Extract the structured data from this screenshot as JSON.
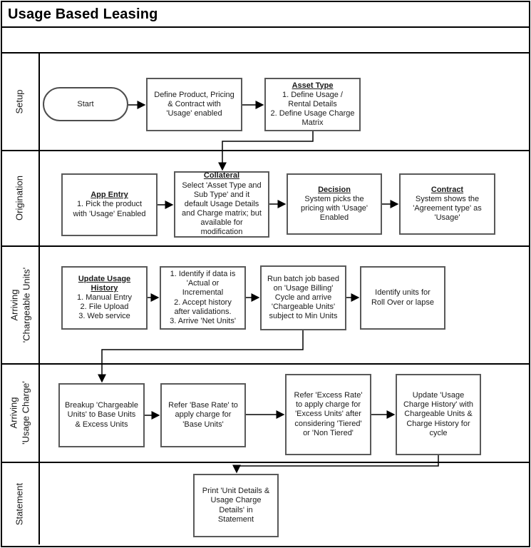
{
  "title": "Usage Based Leasing",
  "lanes": [
    {
      "id": "setup",
      "label": "Setup"
    },
    {
      "id": "origination",
      "label": "Origination"
    },
    {
      "id": "arriving-chargeable-units",
      "label": "Arriving\n'Chargeable Units'"
    },
    {
      "id": "arriving-usage-charge",
      "label": "Arriving\n'Usage Charge'"
    },
    {
      "id": "statement",
      "label": "Statement"
    }
  ],
  "boxes": {
    "start": {
      "text": "Start"
    },
    "define_product": {
      "body": "Define Product, Pricing\n& Contract with\n'Usage' enabled"
    },
    "asset_type": {
      "title": "Asset Type",
      "body": "1. Define Usage /\nRental Details\n2. Define Usage Charge\nMatrix"
    },
    "app_entry": {
      "title": "App Entry",
      "body": "1. Pick the product\nwith 'Usage' Enabled"
    },
    "collateral": {
      "title": "Collateral",
      "body": "Select 'Asset Type and\nSub Type' and it\ndefault Usage Details\nand Charge matrix; but\navailable for\nmodification"
    },
    "decision": {
      "title": "Decision",
      "body": "System picks the\npricing with 'Usage'\nEnabled"
    },
    "contract": {
      "title": "Contract",
      "body": "System shows the\n'Agreement type' as\n'Usage'"
    },
    "update_usage_history": {
      "title": "Update Usage\nHistory",
      "body": "1. Manual Entry\n2. File Upload\n3. Web service"
    },
    "identify_data": {
      "body": "1. Identify if data is\n'Actual or\nIncremental\n2. Accept history\nafter validations.\n3. Arrive 'Net Units'"
    },
    "run_batch": {
      "body": "Run batch job based\non 'Usage Billing'\nCycle and arrive\n'Chargeable Units'\nsubject to Min Units"
    },
    "identify_units": {
      "body": "Identify units for\nRoll Over or lapse"
    },
    "breakup_units": {
      "body": "Breakup 'Chargeable\nUnits' to Base Units\n& Excess Units"
    },
    "base_rate": {
      "body": "Refer 'Base Rate' to\napply charge for\n'Base Units'"
    },
    "excess_rate": {
      "body": "Refer 'Excess Rate'\nto apply charge for\n'Excess Units' after\nconsidering 'Tiered'\nor 'Non Tiered'"
    },
    "update_charge_history": {
      "body": "Update 'Usage\nCharge History' with\nChargeable Units &\nCharge History for\ncycle"
    },
    "print_statement": {
      "body": "Print 'Unit Details &\nUsage Charge\nDetails' in\nStatement"
    }
  },
  "colors": {
    "box_border": "#595959",
    "line": "#000000",
    "background": "#ffffff",
    "text": "#1a1a1a"
  }
}
